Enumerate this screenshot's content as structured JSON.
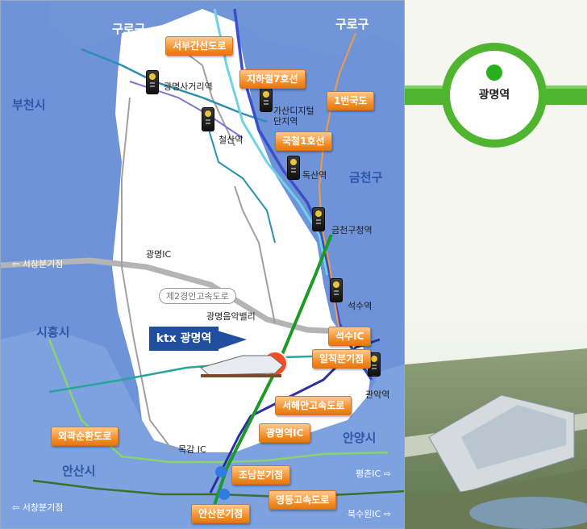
{
  "regions": {
    "guro_left": "구로구",
    "guro_right": "구로구",
    "bucheon": "부천시",
    "geumcheon": "금천구",
    "siheung": "시흥시",
    "anyang": "안양시",
    "ansan": "안산시"
  },
  "stations": {
    "gwangmyeong_sageori": "광명사거리역",
    "gasan": "가산디지털\n단지역",
    "cheolsan": "철산역",
    "doksan": "독산역",
    "geumcheon_gucheong": "금천구청역",
    "seoksu": "석수역",
    "gwanak": "관악역"
  },
  "road_tags": {
    "seobu_ganseon": "서부간선도로",
    "subway7": "지하철7호선",
    "route1": "1번국도",
    "line1": "국철1호선",
    "seoksu_ic": "석수IC",
    "iljik_jct": "일직분기점",
    "seohaean": "서해안고속도로",
    "gwangmyeong_ic_tag": "광명역IC",
    "oegwak": "외곽순환도로",
    "jonam_jct": "조남분기점",
    "yeongdong": "영동고속도로",
    "ansan_jct": "안산분기점"
  },
  "labels": {
    "gwangmyeong_ic": "광명IC",
    "second_gyeongin": "제2경인고속도로",
    "music_valley": "광명음악밸리",
    "mokgam_ic": "목감 IC",
    "ktx": "ktx 광명역"
  },
  "directions": {
    "seochang_upper": "서창분기점",
    "seochang_lower": "서창분기점",
    "pyeongchon": "평촌IC",
    "buksuwon": "북수원IC"
  },
  "side": {
    "station_badge": "광명역",
    "line_color": "#4fb531",
    "dot_color": "#29b11c"
  },
  "colors": {
    "map_bg": "#6f93d8",
    "land": "#ffffff",
    "tag_orange": "#f28a22",
    "ktx_line": "#1b9a2a",
    "line1": "#3b4fc8",
    "subway7": "#6fd3e6",
    "route1": "#f59a3c",
    "seobu": "#2a8fb0"
  }
}
